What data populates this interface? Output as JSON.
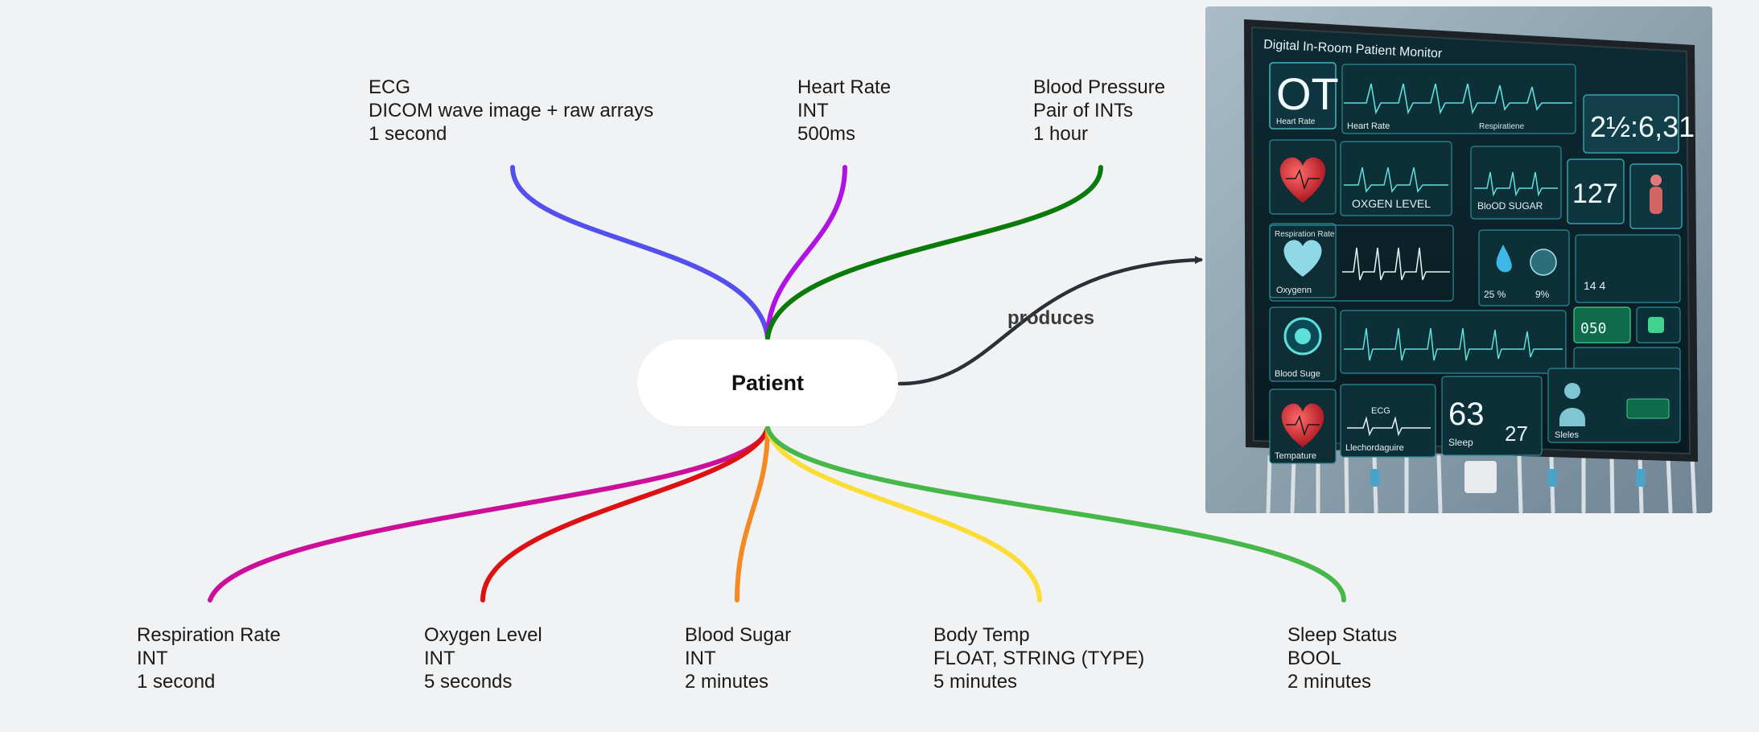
{
  "center_node": {
    "label": "Patient"
  },
  "edge_label": "produces",
  "top_nodes": [
    {
      "id": "ecg",
      "name": "ECG",
      "type": "DICOM wave image + raw arrays",
      "frequency": "1 second",
      "color": "#5350ef"
    },
    {
      "id": "heart-rate",
      "name": "Heart Rate",
      "type": "INT",
      "frequency": "500ms",
      "color": "#b012e6"
    },
    {
      "id": "blood-pressure",
      "name": "Blood Pressure",
      "type": "Pair of INTs",
      "frequency": "1 hour",
      "color": "#0a7a0a"
    }
  ],
  "bottom_nodes": [
    {
      "id": "respiration-rate",
      "name": "Respiration Rate",
      "type": "INT",
      "frequency": "1 second",
      "color": "#cc0f9a"
    },
    {
      "id": "oxygen-level",
      "name": "Oxygen Level",
      "type": "INT",
      "frequency": "5 seconds",
      "color": "#dd1111"
    },
    {
      "id": "blood-sugar",
      "name": "Blood Sugar",
      "type": "INT",
      "frequency": "2 minutes",
      "color": "#f38a23"
    },
    {
      "id": "body-temp",
      "name": "Body Temp",
      "type": "FLOAT, STRING (TYPE)",
      "frequency": "5 minutes",
      "color": "#fbdd36"
    },
    {
      "id": "sleep-status",
      "name": "Sleep Status",
      "type": "BOOL",
      "frequency": "2 minutes",
      "color": "#45b849"
    }
  ],
  "arrow_color": "#2b2f38",
  "monitor_image": {
    "title": "Digital In-Room Patient Monitor",
    "panels": {
      "big_number": "OT",
      "heart_rate": "Heart Rate",
      "respiration": "Respiratiene",
      "clock": "2½:6,31",
      "oxygen_level": "OXGEN LEVEL",
      "blood_sugar": "BloOD SUGAR",
      "value_127": "127",
      "respiration_rate": "Respiration Rate",
      "oxygenn": "Oxygenn",
      "pct_25": "25 %",
      "pct_9": "9%",
      "value_144": "14 4",
      "value_050": "050",
      "blood_suge": "Blood Suge",
      "tempature": "Tempature",
      "ecg_small": "ECG",
      "lechordaguire": "Llechordaguire",
      "value_63": "63",
      "sleep": "Sleep",
      "value_27": "27",
      "sleles": "Sleles"
    }
  }
}
